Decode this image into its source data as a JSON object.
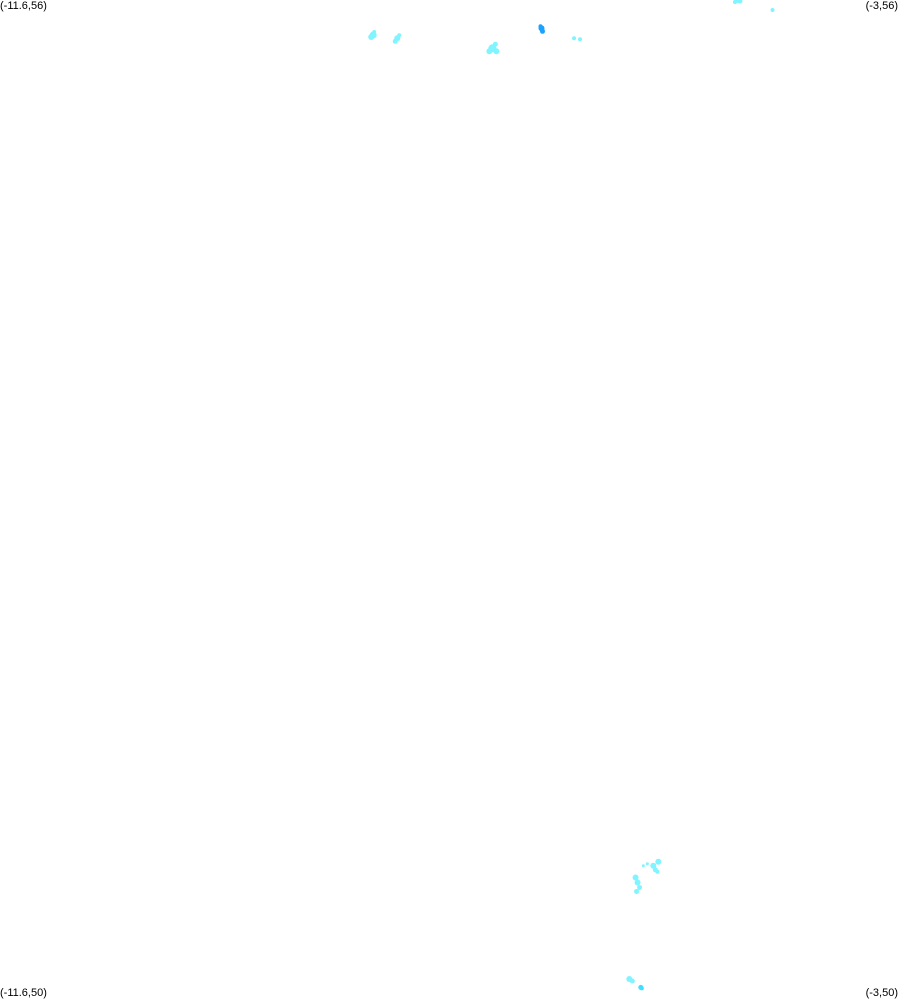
{
  "corners": {
    "top_left": "(-11.6,56)",
    "top_right": "(-3,56)",
    "bottom_left": "(-11.6,50)",
    "bottom_right": "(-3,50)"
  },
  "bounds": {
    "lon_min": -11.6,
    "lon_max": -3,
    "lat_min": 50,
    "lat_max": 56
  },
  "colors": {
    "background": "#ffffff",
    "light_cyan": "#80f4ff",
    "cyan": "#3fe0ff",
    "blue": "#1aa2ff"
  },
  "clusters": [
    {
      "lon": -4.55,
      "lat": 56.0,
      "color": "light_cyan"
    },
    {
      "lon": -4.21,
      "lat": 55.94,
      "color": "light_cyan"
    },
    {
      "lon": -6.42,
      "lat": 55.83,
      "color": "blue"
    },
    {
      "lon": -8.03,
      "lat": 55.79,
      "color": "light_cyan"
    },
    {
      "lon": -7.8,
      "lat": 55.77,
      "color": "light_cyan"
    },
    {
      "lon": -6.08,
      "lat": 55.77,
      "color": "light_cyan"
    },
    {
      "lon": -6.89,
      "lat": 55.71,
      "color": "light_cyan"
    },
    {
      "lon": -5.35,
      "lat": 50.8,
      "color": "light_cyan"
    },
    {
      "lon": -5.52,
      "lat": 50.73,
      "color": "light_cyan"
    },
    {
      "lon": -5.58,
      "lat": 50.12,
      "color": "light_cyan"
    },
    {
      "lon": -5.47,
      "lat": 50.07,
      "color": "cyan"
    }
  ]
}
